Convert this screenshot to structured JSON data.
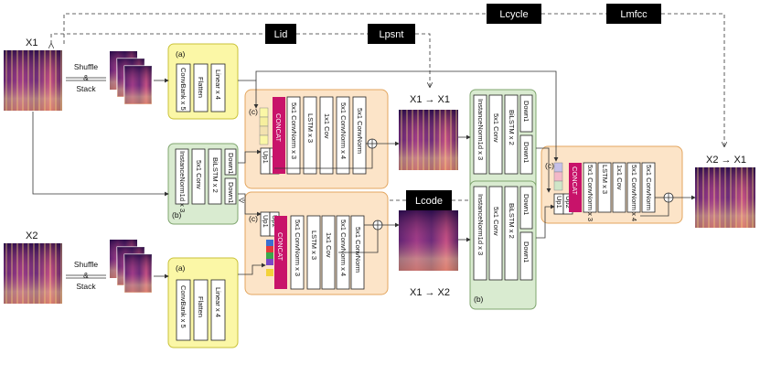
{
  "inputs": {
    "x1": "X1",
    "x2": "X2"
  },
  "shuffle_stack": [
    "Shuffle",
    "&",
    "Stack"
  ],
  "outputs": {
    "x1_x1": "X1 → X1",
    "x1_x2": "X1 → X2",
    "x2_x1": "X2 → X1"
  },
  "losses": {
    "cycle": "Lcycle",
    "mfcc": "Lmfcc",
    "id": "Lid",
    "psnt": "Lpsnt",
    "code": "Lcode"
  },
  "tags": {
    "a": "(a)",
    "b": "(b)",
    "c": "(c)"
  },
  "module_a": {
    "convbank": "ConvBank x 5",
    "flatten": "Flatten",
    "linear": "Linear x 4"
  },
  "module_b": {
    "instnorm": "InstanceNorm1d x 3",
    "conv": "5x1 Conv",
    "bilstm": "BiLSTM x 2",
    "down1": "Down1",
    "down2": "Down1"
  },
  "module_c": {
    "up1": "Up1",
    "up2": "Up2",
    "concat": "CONCAT",
    "cnorm3": "5x1 ConvNorm x 3",
    "lstm": "LSTM x 3",
    "conv1": "1x1 Cov",
    "cnorm4": "5x1 ConvNorm x 4",
    "cnorm": "5x1 ConvNorm"
  },
  "colors": {
    "yellow_fill": "#fbf7a6",
    "yellow_stroke": "#c9c238",
    "green_fill": "#d9ebd0",
    "green_stroke": "#7fa56e",
    "orange_fill": "#fce4c8",
    "orange_stroke": "#e3a65f",
    "concat": "#c8136a",
    "loss_bg": "#000000"
  }
}
